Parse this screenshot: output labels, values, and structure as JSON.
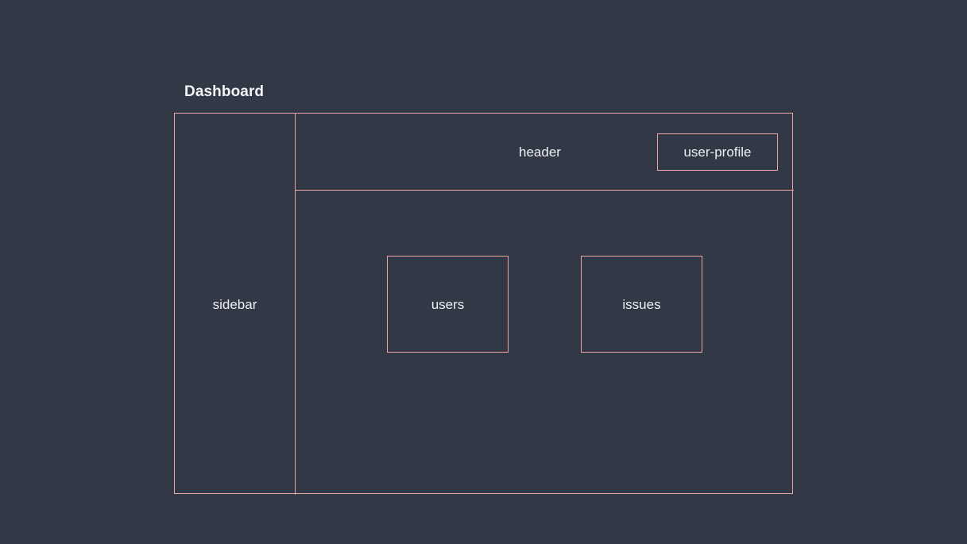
{
  "page": {
    "title": "Dashboard",
    "background_color": "#323845",
    "outline_color": "#eda5a5",
    "text_color": "#eef0f4"
  },
  "app": {
    "sidebar": {
      "label": "sidebar"
    },
    "header": {
      "label": "header",
      "user_profile": {
        "label": "user-profile"
      }
    },
    "content": {
      "cards": [
        {
          "label": "users"
        },
        {
          "label": "issues"
        }
      ]
    }
  }
}
